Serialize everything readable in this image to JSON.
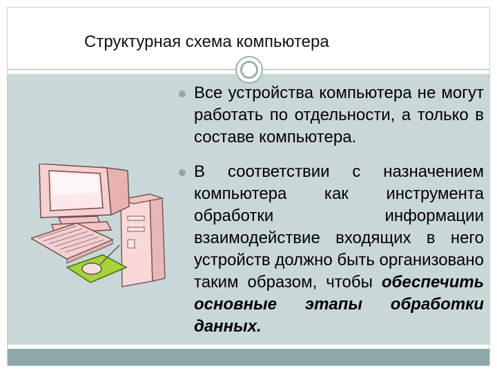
{
  "slide": {
    "title": "Структурная схема компьютера",
    "bullets": [
      {
        "text": "Все устройства компьютера не могут работать по отдельности, а только в составе компьютера."
      },
      {
        "text_before": "В соответствии с назначением компьютера как инструмента обработки информации взаимодействие входящих в него устройств должно быть организовано таким образом, чтобы ",
        "text_emphasis": "обеспечить основные этапы обработки данных."
      }
    ]
  },
  "colors": {
    "content_bg": "#c9d7d8",
    "accent": "#8fa9a9",
    "monitor": "#f5c9c9",
    "keyboard": "#f3d0d0",
    "mouse_pad": "#a6d23a"
  },
  "icons": {
    "illustration": "computer-illustration",
    "decoration": "ring-icon"
  }
}
